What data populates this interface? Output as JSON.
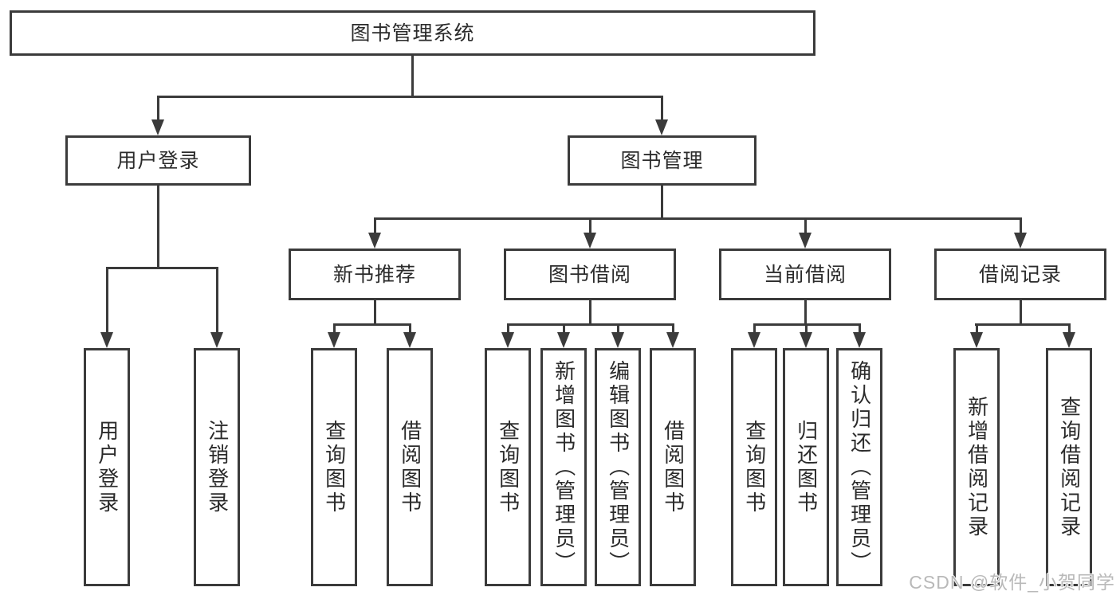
{
  "colors": {
    "line": "#3b3b3b",
    "text": "#2b2b2b",
    "box_background": "#ffffff",
    "page_background": "#ffffff",
    "watermark": "#b9b9b9"
  },
  "tree": {
    "root": {
      "label": "图书管理系统"
    },
    "level2": {
      "user_login": {
        "label": "用户登录",
        "children": [
          "用户登录",
          "注销登录"
        ]
      },
      "book_management": {
        "label": "图书管理"
      }
    },
    "groups": [
      {
        "label": "新书推荐",
        "children": [
          "查询图书",
          "借阅图书"
        ]
      },
      {
        "label": "图书借阅",
        "children": [
          "查询图书",
          "新增图书（管理员）",
          "编辑图书（管理员）",
          "借阅图书"
        ]
      },
      {
        "label": "当前借阅",
        "children": [
          "查询图书",
          "归还图书",
          "确认归还（管理员）"
        ]
      },
      {
        "label": "借阅记录",
        "children": [
          "新增借阅记录",
          "查询借阅记录"
        ]
      }
    ]
  },
  "watermark": "CSDN @软件_小贺同学"
}
